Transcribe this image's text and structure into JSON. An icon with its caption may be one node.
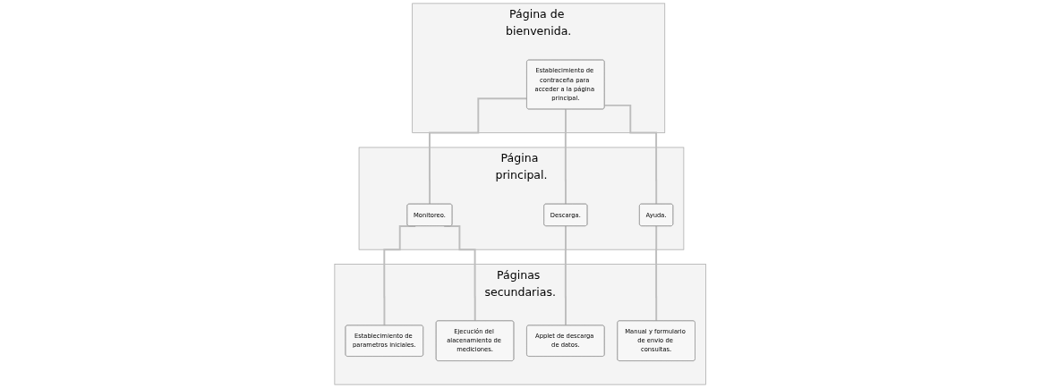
{
  "diagram": {
    "nodes": [
      {
        "text": [
          "Página de bienvenida."
        ]
      },
      {
        "text": [
          "Establecimiento de contraceña para acceder a la página principal."
        ],
        "in": 0
      },
      {
        "text": [
          "Página principal."
        ]
      },
      {
        "text": [
          "Monitoreo."
        ],
        "in": 2
      },
      {
        "text": [
          "Descarga."
        ],
        "in": 2
      },
      {
        "text": [
          "Ayuda."
        ],
        "in": 2
      },
      {
        "text": [
          "Páginas secundarias."
        ]
      },
      {
        "text": [
          "Establecimiento de parametros iniciales."
        ],
        "in": 6
      },
      {
        "text": [
          "Ejecución del alacenamiento de mediciones."
        ],
        "in": 6
      },
      {
        "text": [
          "Applet de descarga de datos."
        ],
        "in": 6
      },
      {
        "text": [
          "Manual y formulario de envio de consultas."
        ],
        "in": 6
      }
    ],
    "edges": [
      {
        "from": 1,
        "to": 3,
        "arrow": "none"
      },
      {
        "from": 1,
        "to": 4,
        "arrow": "none"
      },
      {
        "from": 1,
        "to": 5,
        "arrow": "none"
      },
      {
        "from": 3,
        "to": 7,
        "arrow": "none"
      },
      {
        "from": 3,
        "to": 8,
        "arrow": "none"
      },
      {
        "from": 4,
        "to": 9,
        "arrow": "none"
      },
      {
        "from": 5,
        "to": 10,
        "arrow": "none"
      }
    ]
  }
}
